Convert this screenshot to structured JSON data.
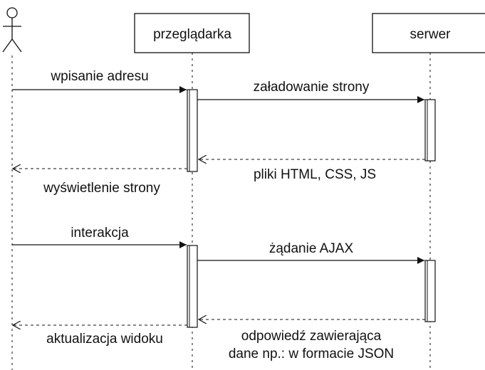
{
  "participants": {
    "user": {
      "icon": "actor-icon"
    },
    "browser": {
      "label": "przeglądarka"
    },
    "server": {
      "label": "serwer"
    }
  },
  "messages": {
    "enter_address": "wpisanie adresu",
    "load_page": "załadowanie strony",
    "page_files": "pliki HTML, CSS, JS",
    "display_page": "wyświetlenie strony",
    "interaction": "interakcja",
    "ajax_request": "żądanie AJAX",
    "response_line1": "odpowiedź zawierająca",
    "response_line2": "dane np.: w formacie JSON",
    "update_view": "aktualizacja widoku"
  },
  "colors": {
    "line": "#111111",
    "background": "#ffffff"
  }
}
